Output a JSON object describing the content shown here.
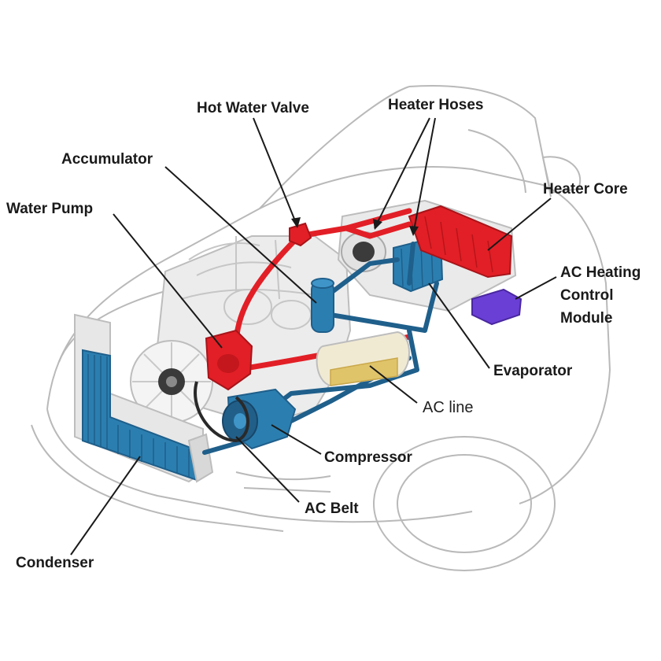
{
  "labels": {
    "hot_water_valve": "Hot Water Valve",
    "heater_hoses": "Heater Hoses",
    "accumulator": "Accumulator",
    "heater_core": "Heater Core",
    "water_pump": "Water Pump",
    "ac_heating_control_module": [
      "AC Heating",
      "Control",
      "Module"
    ],
    "evaporator": "Evaporator",
    "ac_line": "AC line",
    "compressor": "Compressor",
    "ac_belt": "AC Belt",
    "condenser": "Condenser"
  },
  "colors": {
    "hot": "#e21f26",
    "cold": "#1f5f8b",
    "cold_fill": "#2b7fb0",
    "control_module": "#6a3fd6",
    "ac_line_fill": "#e0c46a",
    "outline": "#b9b9b9",
    "leader": "#1a1a1a"
  }
}
